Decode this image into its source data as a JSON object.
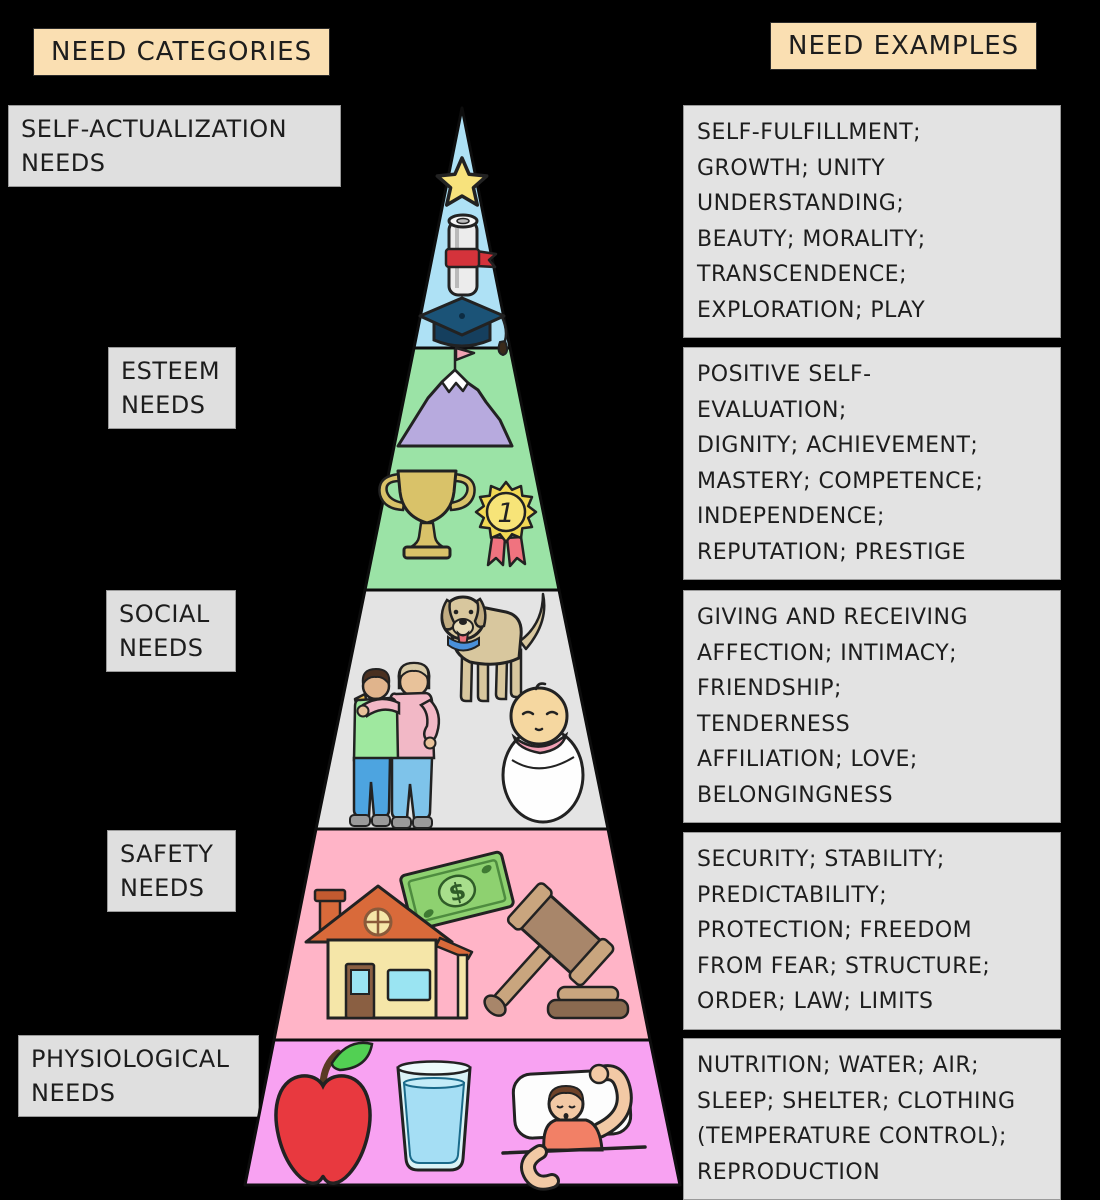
{
  "header": {
    "categories_label": "NEED CATEGORIES",
    "examples_label": "NEED EXAMPLES"
  },
  "levels": [
    {
      "id": "self-actualization",
      "category": "SELF-ACTUALIZATION\nNEEDS",
      "examples": "SELF-FULFILLMENT;\nGROWTH; UNITY\nUNDERSTANDING;\nBEAUTY; MORALITY;\nTRANSCENDENCE;\nEXPLORATION; PLAY",
      "color": "#aee1f5",
      "icons": [
        "star-icon",
        "diploma-icon",
        "graduation-cap-icon"
      ]
    },
    {
      "id": "esteem",
      "category": "ESTEEM\nNEEDS",
      "examples": "POSITIVE SELF-\nEVALUATION;\nDIGNITY; ACHIEVEMENT;\nMASTERY; COMPETENCE;\nINDEPENDENCE;\nREPUTATION; PRESTIGE",
      "color": "#9be3a6",
      "icons": [
        "mountain-flag-icon",
        "trophy-icon",
        "first-place-medal-icon"
      ],
      "medal_number": "1"
    },
    {
      "id": "social",
      "category": "SOCIAL\nNEEDS",
      "examples": "GIVING AND RECEIVING\nAFFECTION; INTIMACY;\nFRIENDSHIP;\nTENDERNESS\nAFFILIATION; LOVE;\nBELONGINGNESS",
      "color": "#e4e4e4",
      "icons": [
        "dog-icon",
        "friends-icon",
        "baby-icon"
      ]
    },
    {
      "id": "safety",
      "category": "SAFETY\nNEEDS",
      "examples": "SECURITY; STABILITY;\nPREDICTABILITY;\nPROTECTION; FREEDOM\nFROM FEAR; STRUCTURE;\nORDER; LAW; LIMITS",
      "color": "#ffb4c7",
      "icons": [
        "money-icon",
        "house-icon",
        "gavel-icon"
      ],
      "dollar_symbol": "$"
    },
    {
      "id": "physiological",
      "category": "PHYSIOLOGICAL\nNEEDS",
      "examples": "NUTRITION; WATER; AIR;\nSLEEP; SHELTER; CLOTHING\n(TEMPERATURE CONTROL);\nREPRODUCTION",
      "color": "#f8a2f2",
      "icons": [
        "apple-icon",
        "water-glass-icon",
        "sleeping-person-icon"
      ]
    }
  ],
  "colors": {
    "background": "#000000",
    "header_box": "#fadfb2",
    "label_box": "#dfdfdf",
    "example_box": "#e3e3e3",
    "text": "#1d1d1d"
  }
}
